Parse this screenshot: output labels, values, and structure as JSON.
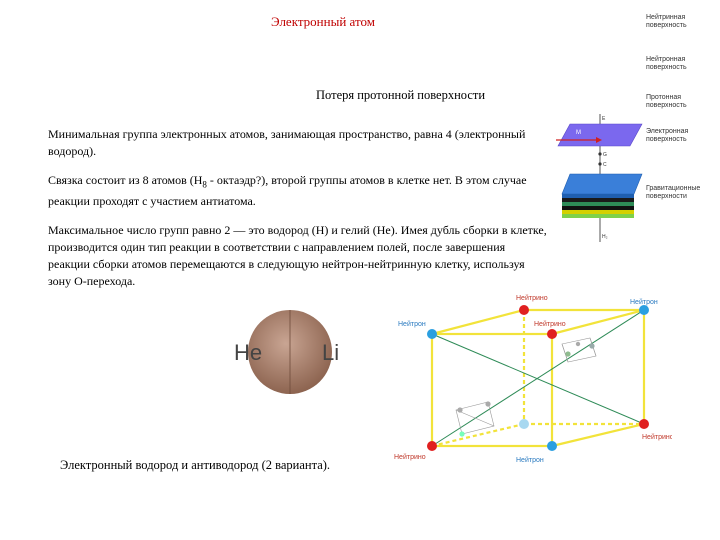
{
  "slide": {
    "title": "Электронный атом",
    "subtitle": "Потеря протонной поверхности",
    "paragraphs": [
      "Минимальная группа электронных атомов, занимающая пространство, равна 4 (электронный водород).",
      "Связка состоит из 8 атомов (Н8 - октаэдр?), второй группы атомов в клетке нет. В этом случае реакции проходят с участием антиатома.",
      "Максимальное число групп равно 2 — это водород (Н) и гелий (Не). Имея дубль сборки в клетке, производится один тип реакции в соответствии с направлением полей, после завершения реакции сборки атомов перемещаются в следующую нейтрон-нейтринную клетку, используя зону О-перехода."
    ],
    "p2_parts": {
      "before": "Связка состоит из 8 атомов (Н",
      "sub": "8",
      "after": " - октаэдр?), второй группы атомов в клетке нет. В этом случае реакции проходят с участием антиатома."
    },
    "caption": "Электронный водород и антиводород (2 варианта)."
  },
  "layer_diagram": {
    "labels": [
      "Нейтринная поверхность",
      "Нейтронная поверхность",
      "Протонная поверхность",
      "Электронная поверхность",
      "Гравитационные поверхности"
    ],
    "axis_labels": {
      "top": "E",
      "arrow": "M",
      "g": "G",
      "c": "C",
      "bottom": "H₂"
    },
    "colors": {
      "electron_plane": "#7b68ee",
      "grav_top": "#3a7fd9",
      "layers": [
        "#2f6fcf",
        "#1a1a1a",
        "#2e8b57",
        "#d4d000",
        "#7fd14a"
      ]
    }
  },
  "atom_circle": {
    "left_label": "He",
    "right_label": "Li",
    "color": "#a67a62"
  },
  "cube_diagram": {
    "node_labels": {
      "top_back_left": "Нейтрино",
      "top_back_right": "Нейтрон",
      "top_front_left": "Нейтрон",
      "top_front_mid": "Нейтрино",
      "bottom_front_left": "Нейтрино",
      "bottom_front_right": "Нейтрон",
      "bottom_back_right": "Нейтрино"
    },
    "colors": {
      "frame": "#f2e33a",
      "red_node": "#e02020",
      "blue_node": "#2b9fe0",
      "diag": "#2e8b57"
    }
  }
}
